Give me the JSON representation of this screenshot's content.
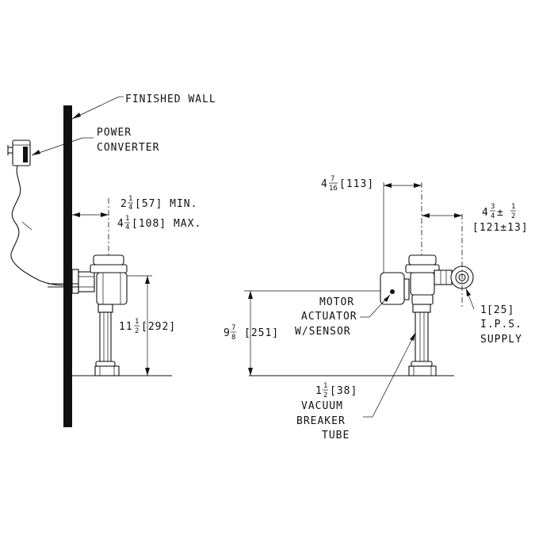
{
  "labels": {
    "finished_wall": "FINISHED WALL",
    "power_converter_1": "POWER",
    "power_converter_2": "CONVERTER",
    "min_dim": "[57] MIN.",
    "max_dim": "[108] MAX.",
    "height_left": "[292]",
    "top_width": "[113]",
    "supply_offset_1": "±",
    "supply_offset_2": "[121±13]",
    "motor_1": "MOTOR",
    "motor_2": "ACTUATOR",
    "motor_3": "W/SENSOR",
    "height_right": "[251]",
    "supply_1": "[25]",
    "supply_2": "I.P.S.",
    "supply_3": "SUPPLY",
    "tube_1": "[38]",
    "tube_2": "VACUUM",
    "tube_3": "BREAKER",
    "tube_3b": "TUBE"
  },
  "fractions": {
    "min_whole": "2",
    "min_num": "1",
    "min_den": "4",
    "max_whole": "4",
    "max_num": "1",
    "max_den": "4",
    "hl_whole": "11",
    "hl_num": "1",
    "hl_den": "2",
    "tw_whole": "4",
    "tw_num": "7",
    "tw_den": "16",
    "so_whole": "4",
    "so_num": "3",
    "so_den": "4",
    "so_num2": "1",
    "so_den2": "2",
    "hr_whole": "9",
    "hr_num": "7",
    "hr_den": "8",
    "sup_whole": "1",
    "tube_whole": "1",
    "tube_num": "1",
    "tube_den": "2"
  }
}
